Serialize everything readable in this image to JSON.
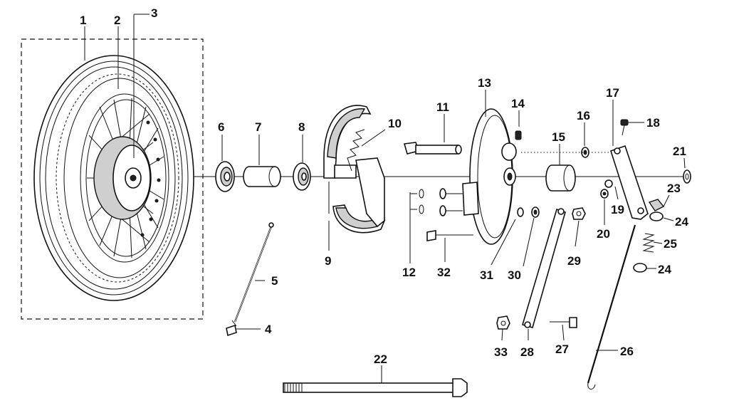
{
  "diagram": {
    "callouts": {
      "c1": "1",
      "c2": "2",
      "c3": "3",
      "c4": "4",
      "c5": "5",
      "c6": "6",
      "c7": "7",
      "c8": "8",
      "c9": "9",
      "c10": "10",
      "c11": "11",
      "c12": "12",
      "c13": "13",
      "c14": "14",
      "c15": "15",
      "c16": "16",
      "c17": "17",
      "c18": "18",
      "c19": "19",
      "c20": "20",
      "c21": "21",
      "c22": "22",
      "c23": "23",
      "c24a": "24",
      "c24b": "24",
      "c25": "25",
      "c26": "26",
      "c27": "27",
      "c28": "28",
      "c29": "29",
      "c30": "30",
      "c31": "31",
      "c32": "32",
      "c33": "33"
    }
  }
}
